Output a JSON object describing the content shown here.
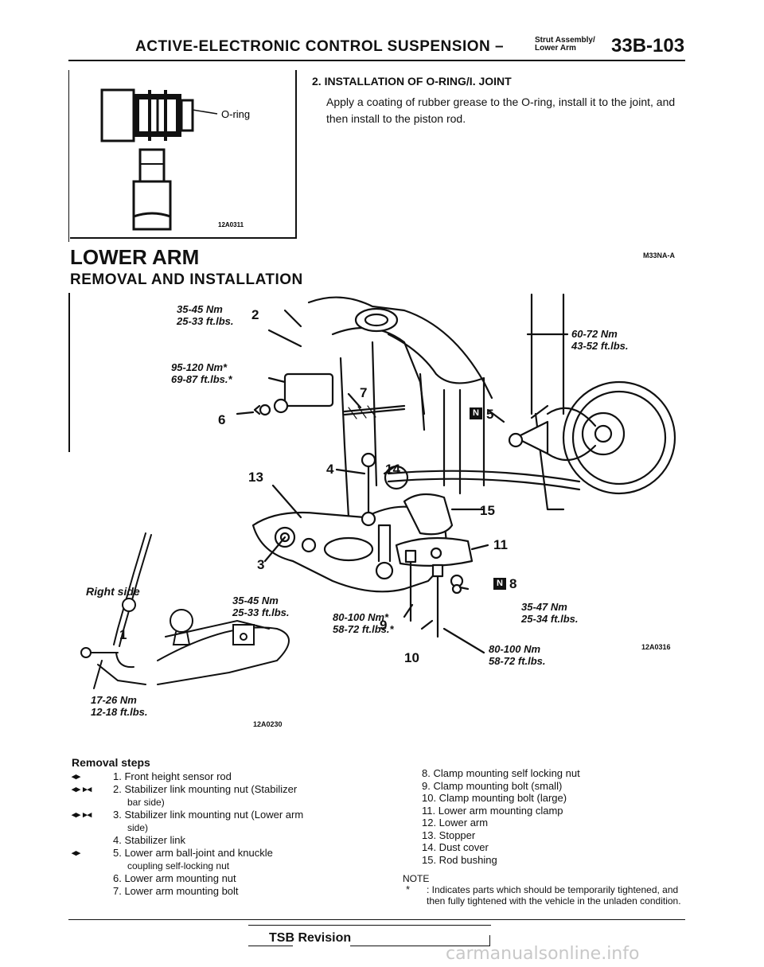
{
  "header": {
    "title": "ACTIVE-ELECTRONIC CONTROL SUSPENSION –",
    "subtitle_line1": "Strut Assembly/",
    "subtitle_line2": "Lower Arm",
    "page_code": "33B-103"
  },
  "top_figure": {
    "label": "O-ring",
    "code": "12A0311"
  },
  "installation_step": {
    "heading": "2. INSTALLATION OF O-RING/I. JOINT",
    "body": "Apply a coating of rubber grease to the O-ring, install it to the joint, and then install to the piston rod."
  },
  "section": {
    "title": "LOWER ARM",
    "code": "M33NA-A",
    "subtitle": "REMOVAL AND INSTALLATION"
  },
  "diagram": {
    "torque_labels": [
      {
        "nm": "35-45 Nm",
        "ft": "25-33 ft.lbs."
      },
      {
        "nm": "95-120 Nm*",
        "ft": "69-87 ft.lbs.*"
      },
      {
        "nm": "60-72 Nm",
        "ft": "43-52 ft.lbs."
      },
      {
        "nm": "35-45 Nm",
        "ft": "25-33 ft.lbs."
      },
      {
        "nm": "80-100 Nm*",
        "ft": "58-72 ft.lbs.*"
      },
      {
        "nm": "35-47 Nm",
        "ft": "25-34 ft.lbs."
      },
      {
        "nm": "80-100 Nm",
        "ft": "58-72 ft.lbs."
      },
      {
        "nm": "17-26 Nm",
        "ft": "12-18 ft.lbs."
      }
    ],
    "part_numbers": [
      "1",
      "2",
      "3",
      "4",
      "5",
      "6",
      "7",
      "8",
      "9",
      "10",
      "11",
      "13",
      "14",
      "15"
    ],
    "right_side_label": "Right side",
    "code_main": "12A0230",
    "code_right": "12A0316",
    "badge": "N"
  },
  "removal": {
    "heading": "Removal steps",
    "left_steps": [
      {
        "arrows": "◂▸",
        "text": "1. Front height sensor rod",
        "cont": ""
      },
      {
        "arrows": "◂▸ ▸◂",
        "text": "2. Stabilizer link mounting nut (Stabilizer",
        "cont": "bar side)"
      },
      {
        "arrows": "◂▸ ▸◂",
        "text": "3. Stabilizer link mounting nut (Lower arm",
        "cont": "side)"
      },
      {
        "arrows": "",
        "text": "4. Stabilizer link",
        "cont": ""
      },
      {
        "arrows": "◂▸",
        "text": "5. Lower arm ball-joint and knuckle",
        "cont": "coupling self-locking nut"
      },
      {
        "arrows": "",
        "text": "6. Lower arm mounting nut",
        "cont": ""
      },
      {
        "arrows": "",
        "text": "7. Lower arm mounting bolt",
        "cont": ""
      }
    ],
    "right_steps": [
      "8. Clamp mounting self locking nut",
      "9. Clamp mounting bolt (small)",
      "10. Clamp mounting bolt (large)",
      "11. Lower arm mounting clamp",
      "12. Lower arm",
      "13. Stopper",
      "14. Dust cover",
      "15. Rod bushing"
    ]
  },
  "note": {
    "label": "NOTE",
    "star": "*",
    "text": ": Indicates parts which should be temporarily tightened, and then fully tightened with the vehicle in the unladen condition."
  },
  "footer": {
    "tsb": "TSB Revision",
    "watermark": "carmanualsonline.info"
  }
}
